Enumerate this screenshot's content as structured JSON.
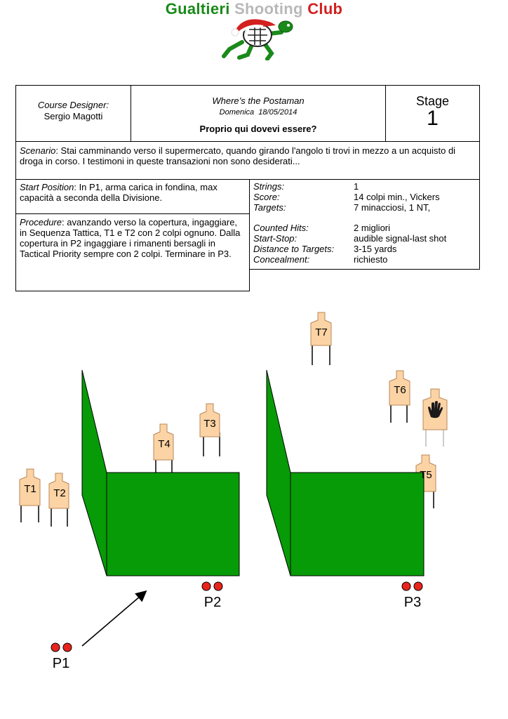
{
  "header": {
    "club_name_part1": "Gualtieri",
    "club_name_part2": "Shooting",
    "club_name_part3": "Club",
    "colors": {
      "green": "#1a8a1a",
      "grey": "#b8b8b8",
      "red": "#d41f1f"
    },
    "logo_icon": "running-turtle-santa-hat-icon"
  },
  "designer": {
    "label": "Course Designer",
    "name": "Sergio Magotti"
  },
  "stage": {
    "name": "Where’s the Postaman",
    "day": "Domenica",
    "date": "18/05/2014",
    "subtitle": "Proprio qui dovevi essere?",
    "label": "Stage",
    "number": "1"
  },
  "scenario": {
    "label": "Scenario",
    "text": "Stai camminando verso il supermercato, quando girando l'angolo ti trovi in mezzo a un acquisto di droga in corso. I testimoni in queste transazioni non sono desiderati..."
  },
  "start_position": {
    "label": "Start Position",
    "text": "In P1, arma carica in fondina, max capacità a seconda della Divisione."
  },
  "procedure": {
    "label": "Procedure",
    "text": "avanzando verso la copertura, ingaggiare, in Sequenza Tattica, T1 e T2 con 2 colpi ognuno. Dalla copertura in P2 ingaggiare i rimanenti bersagli in Tactical Priority sempre con 2 colpi. Terminare in P3."
  },
  "info": {
    "rows": [
      {
        "label": "Strings",
        "value": "1"
      },
      {
        "label": "Score",
        "value": "14 colpi min., Vickers"
      },
      {
        "label": "Targets",
        "value": "7 minacciosi, 1 NT,"
      },
      {
        "label": "Counted Hits",
        "value": "2 migliori"
      },
      {
        "label": "Start-Stop",
        "value": "audible signal-last shot"
      },
      {
        "label": "Distance to Targets",
        "value": "3-15 yards"
      },
      {
        "label": "Concealment",
        "value": "richiesto"
      }
    ]
  },
  "diagram": {
    "colors": {
      "target": "#fcd3a4",
      "wall": "#079b07",
      "position_dot": "#e8251d"
    },
    "targets": [
      "T1",
      "T2",
      "T3",
      "T4",
      "T5",
      "T6",
      "T7"
    ],
    "no_shoot_icon": "open-hand-icon",
    "positions": [
      "P1",
      "P2",
      "P3"
    ]
  }
}
